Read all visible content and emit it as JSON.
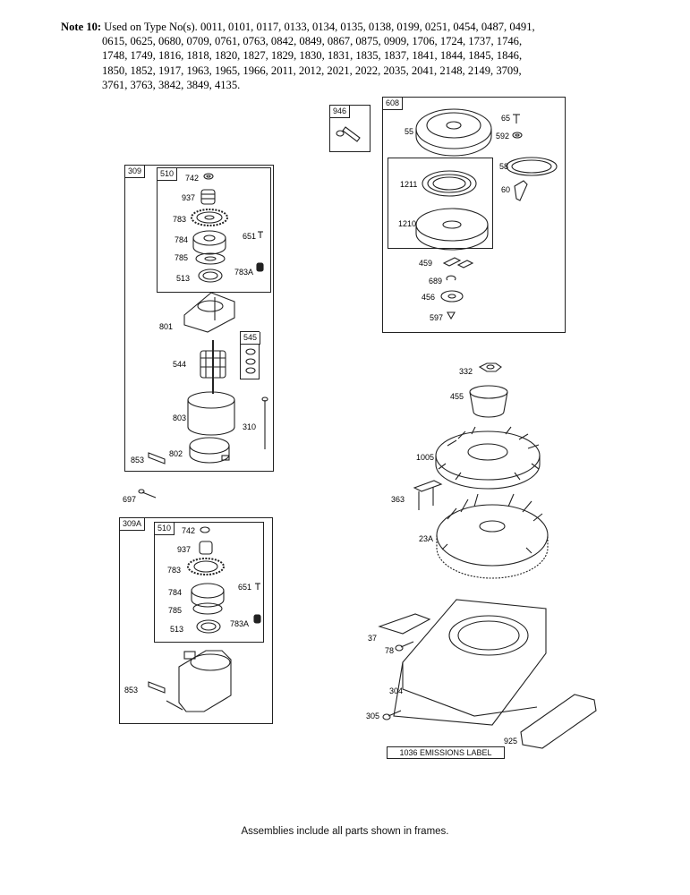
{
  "note": {
    "lead": "Note 10:",
    "lines": [
      "Used on Type No(s). 0011, 0101, 0117, 0133, 0134, 0135, 0138, 0199, 0251, 0454, 0487, 0491,",
      "0615, 0625, 0680, 0709, 0761, 0763, 0842, 0849, 0867, 0875, 0909, 1706, 1724, 1737, 1746,",
      "1748, 1749, 1816, 1818, 1820, 1827, 1829, 1830, 1831, 1835, 1837, 1841, 1844, 1845, 1846,",
      "1850, 1852, 1917, 1963, 1965, 1966, 2011, 2012, 2021, 2022, 2035, 2041, 2148, 2149, 3709,",
      "3761, 3763, 3842, 3849, 4135."
    ]
  },
  "frames": {
    "f309": "309",
    "f510a": "510",
    "f545": "545",
    "f309A": "309A",
    "f510b": "510",
    "f946": "946",
    "f608": "608"
  },
  "labels": {
    "l742a": "742",
    "l937a": "937",
    "l783a": "783",
    "l784a": "784",
    "l651a": "651",
    "l785a": "785",
    "l783Aa": "783A",
    "l513a": "513",
    "l801": "801",
    "l544": "544",
    "l803": "803",
    "l310": "310",
    "l802": "802",
    "l853a": "853",
    "l697": "697",
    "l742b": "742",
    "l937b": "937",
    "l783b": "783",
    "l784b": "784",
    "l651b": "651",
    "l785b": "785",
    "l783Ab": "783A",
    "l513b": "513",
    "l853b": "853",
    "l55": "55",
    "l65": "65",
    "l592": "592",
    "l58": "58",
    "l60": "60",
    "l1211": "1211",
    "l1210": "1210",
    "l459": "459",
    "l689": "689",
    "l456": "456",
    "l597": "597",
    "l332": "332",
    "l455": "455",
    "l1005": "1005",
    "l363": "363",
    "l23A": "23A",
    "l37": "37",
    "l78": "78",
    "l304": "304",
    "l305": "305",
    "l925": "925"
  },
  "emissions_label": "1036 EMISSIONS LABEL",
  "footer": "Assemblies include all parts shown in frames."
}
